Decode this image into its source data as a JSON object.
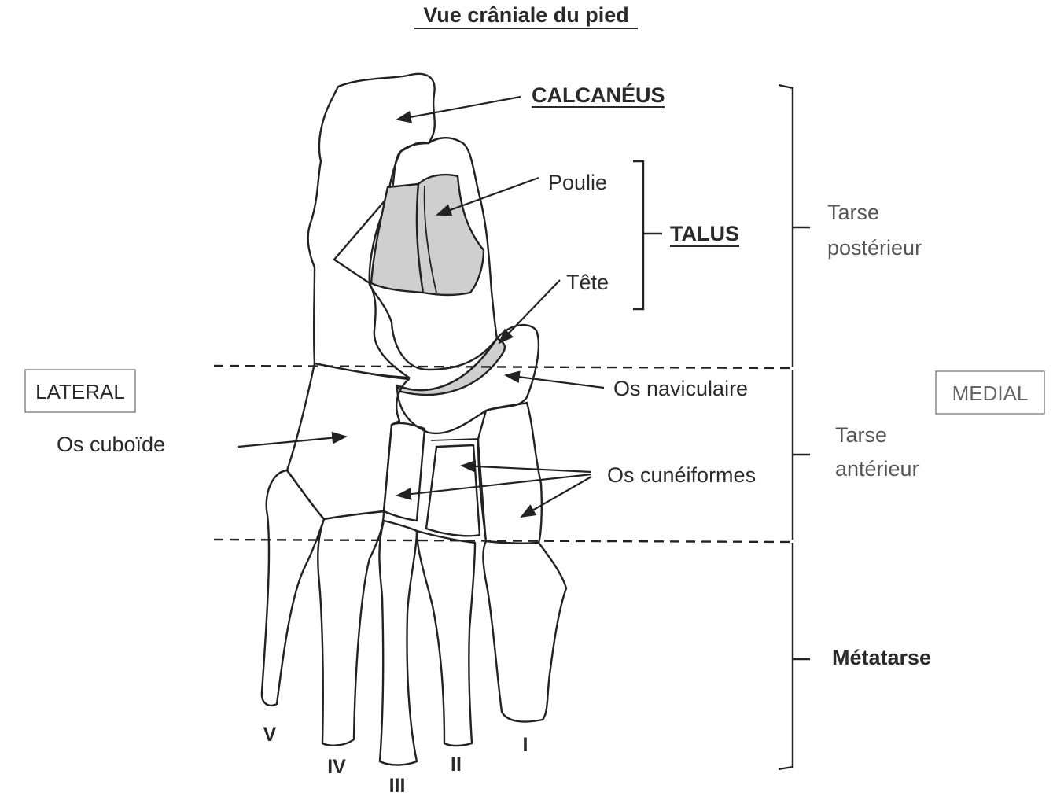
{
  "title": "Vue crâniale du pied",
  "labels": {
    "calcaneus": "CALCANÉUS",
    "poulie": "Poulie",
    "talus": "TALUS",
    "tete": "Tête",
    "lateral": "LATERAL",
    "medial": "MEDIAL",
    "naviculaire": "Os naviculaire",
    "cuboide": "Os cuboïde",
    "cuneiformes": "Os cunéiformes"
  },
  "regions": {
    "tarse_posterieur_line1": "Tarse",
    "tarse_posterieur_line2": "postérieur",
    "tarse_anterieur_line1": "Tarse",
    "tarse_anterieur_line2": "antérieur",
    "metatarse": "Métatarse"
  },
  "metatarsals": {
    "m5": "V",
    "m4": "IV",
    "m3": "III",
    "m2": "II",
    "m1": "I"
  }
}
